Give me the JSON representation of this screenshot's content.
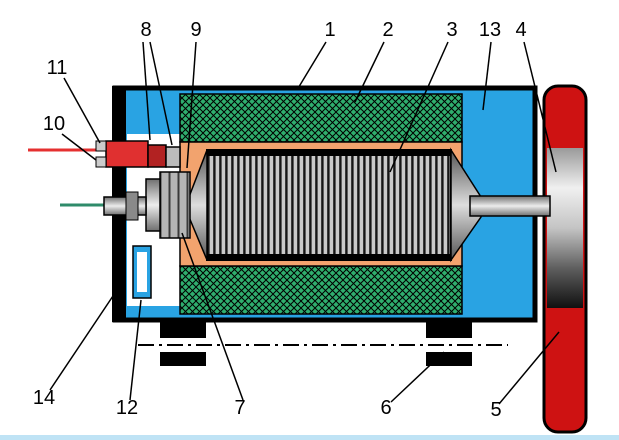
{
  "diagram": {
    "labels": {
      "n1": "1",
      "n2": "2",
      "n3": "3",
      "n4": "4",
      "n5": "5",
      "n6": "6",
      "n7": "7",
      "n8": "8",
      "n9": "9",
      "n10": "10",
      "n11": "11",
      "n12": "12",
      "n13": "13",
      "n14": "14"
    },
    "colors": {
      "housing_blue": "#29A3E3",
      "winding_green": "#2FAE6E",
      "stator_orange": "#F2A36E",
      "flywheel_red": "#CE1212",
      "terminal_red": "#E03030",
      "wire_red": "#E53030",
      "wire_green": "#2E8B6A",
      "bottom_strip": "#BFE3F5",
      "line_black": "#000000"
    }
  }
}
